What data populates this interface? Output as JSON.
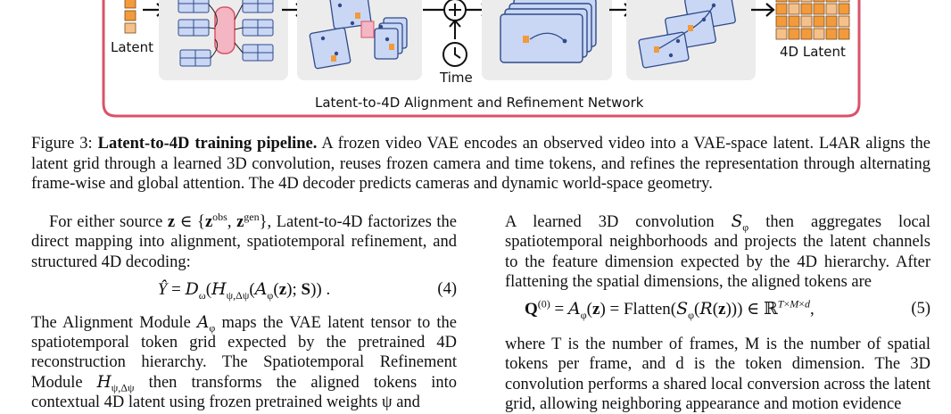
{
  "figure": {
    "latent_label": "Latent",
    "time_label": "Time",
    "output_label": "4D Latent",
    "network_label": "Latent-to-4D Alignment and Refinement Network",
    "colors": {
      "border": "#d9536a",
      "block_fill": "#c9d7f5",
      "block_stroke": "#2f4a8a",
      "orange": "#f39a3b",
      "pink": "#f4b6c2",
      "panel": "#ececec"
    }
  },
  "caption": {
    "prefix": "Figure 3:",
    "title": "Latent-to-4D training pipeline.",
    "body": "A frozen video VAE encodes an observed video into a VAE-space latent. L4AR aligns the latent grid through a learned 3D convolution, reuses frozen camera and time tokens, and refines the representation through alternating frame-wise and global attention. The 4D decoder predicts cameras and dynamic world-space geometry."
  },
  "left": {
    "p1_a": "For either source ",
    "p1_b": ", Latent-to-4D factorizes the direct mapping into alignment, spatiotemporal refinement, and structured 4D decoding:",
    "eq4_number": "(4)",
    "p2_a": "The Alignment Module ",
    "p2_b": " maps the VAE latent tensor to the spatiotemporal token grid expected by the pretrained 4D reconstruction hierarchy. The Spatiotemporal Refinement Module ",
    "p2_c": " then transforms the aligned tokens into contextual 4D latent using frozen pretrained weights ψ and"
  },
  "right": {
    "p1_a": "A learned 3D convolution ",
    "p1_b": " then aggregates local spatiotemporal neighborhoods and projects the latent channels to the feature dimension expected by the 4D hierarchy. After flattening the spatial dimensions, the aligned tokens are",
    "eq5_number": "(5)",
    "p2": "where T is the number of frames, M is the number of spatial tokens per frame, and d is the token dimension. The 3D convolution performs a shared local conversion across the latent grid, allowing neighboring appearance and motion evidence"
  }
}
